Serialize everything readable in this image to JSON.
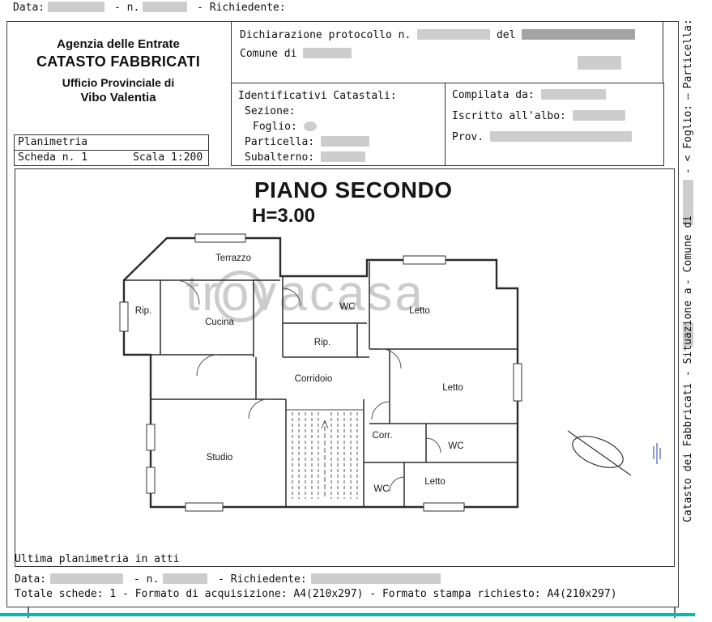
{
  "colors": {
    "teal_line": "#00bdb0",
    "redaction": "#cdcdcd"
  },
  "top_line": {
    "data_label": "Data:",
    "n_label": "- n.",
    "richiedente_label": "- Richiedente:"
  },
  "office_header": {
    "line1": "Agenzia delle Entrate",
    "line2": "CATASTO FABBRICATI",
    "line3": "Ufficio Provinciale di",
    "line4": "Vibo Valentia"
  },
  "protocol_box": {
    "line1_prefix": "Dichiarazione protocollo n.",
    "line1_del": "del",
    "line2_prefix": "Comune di"
  },
  "identificativi_box": {
    "title": "Identificativi Catastali:",
    "sezione_label": "Sezione:",
    "foglio_label": "Foglio:",
    "particella_label": "Particella:",
    "subalterno_label": "Subalterno:"
  },
  "compilata_box": {
    "title": "Compilata da:",
    "albo_label": "Iscritto all'albo:",
    "prov_label": "Prov."
  },
  "planimetria_box": {
    "title": "Planimetria",
    "scheda": "Scheda n. 1",
    "scala": "Scala 1:200"
  },
  "plan": {
    "title": "PIANO SECONDO",
    "height_label": "H=3.00",
    "rooms": [
      "Terrazzo",
      "Rip.",
      "Cucina",
      "WC",
      "Letto",
      "Rip.",
      "Corridoio",
      "Letto",
      "Studio",
      "Corr.",
      "WC",
      "WC",
      "Letto"
    ],
    "watermark": {
      "p1": "tr",
      "o": "o",
      "p2": "vacasa"
    }
  },
  "margin_notes": {
    "particella": "- Particella:",
    "foglio": "- < Foglio: -",
    "comune": "- Comune di",
    "catasto": "Catasto dei Fabbricati - Situazione a"
  },
  "footer": {
    "ultima": "Ultima planimetria in atti",
    "data_label": "Data:",
    "n_label": "- n.",
    "richiedente_label": "- Richiedente:",
    "totale": "Totale schede: 1 - Formato di acquisizione: A4(210x297)  - Formato stampa richiesto: A4(210x297)"
  }
}
